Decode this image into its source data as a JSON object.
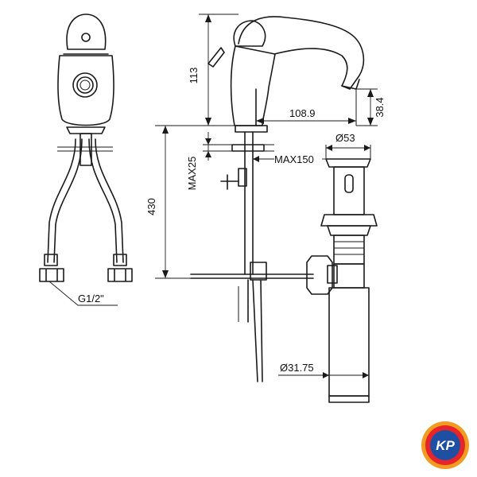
{
  "dimensions": {
    "spout_height": "113",
    "spout_reach": "108.9",
    "outlet_height": "38.4",
    "deck_thickness": "MAX25",
    "basin_thickness": "MAX150",
    "installation_height": "430",
    "drain_head": "Ø53",
    "drain_pipe": "Ø31.75",
    "supply_connection": "G1/2\""
  },
  "logo": {
    "text": "KP",
    "colors": {
      "outer": "#f29c1f",
      "ring": "#e8232a",
      "inner": "#1f4fa3"
    }
  }
}
